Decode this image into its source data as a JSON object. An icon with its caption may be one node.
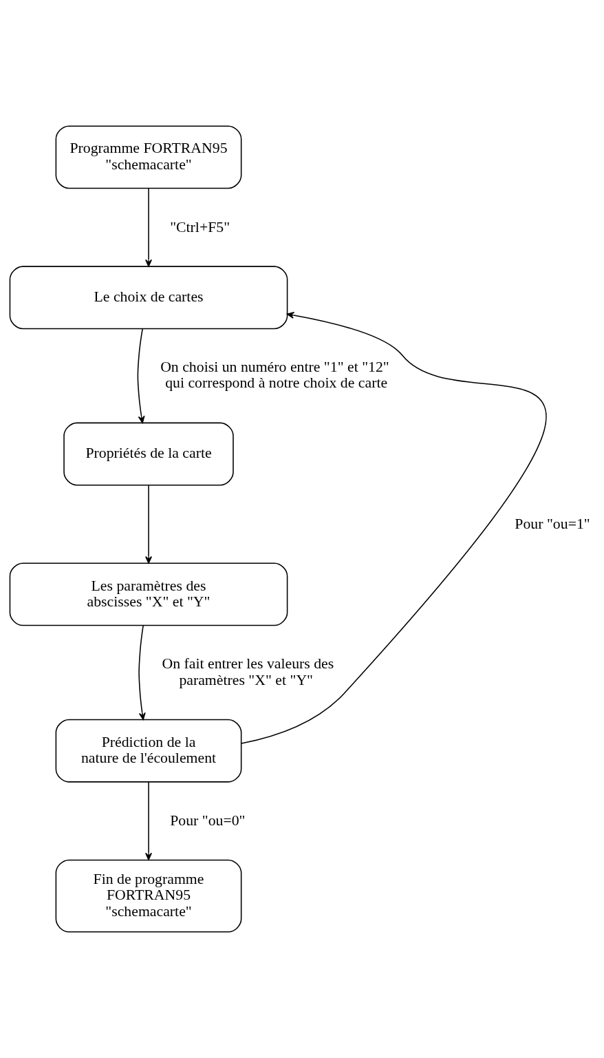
{
  "diagram": {
    "nodes": [
      {
        "text": [
          "Programme FORTRAN95 \"schemacarte\""
        ]
      },
      {
        "text": [
          "Le choix de cartes"
        ]
      },
      {
        "text": [
          "Propriétés de la carte"
        ]
      },
      {
        "text": [
          "Les paramètres des abscisses \"X\" et \"Y\""
        ]
      },
      {
        "text": [
          "Prédiction de la nature de l'écoulement"
        ]
      },
      {
        "text": [
          "Fin de programme FORTRAN95 \"schemacarte\""
        ]
      }
    ],
    "edges": [
      {
        "from": 0,
        "to": 1,
        "arrow": "to",
        "label": "\"Ctrl+F5\""
      },
      {
        "from": 1,
        "to": 2,
        "arrow": "to",
        "label": "On choisi un numéro entre \"1\" et \"12\" qui correspond à notre choix de carte"
      },
      {
        "from": 2,
        "to": 3,
        "arrow": "to"
      },
      {
        "from": 3,
        "to": 4,
        "arrow": "to",
        "label": "On fait entrer les valeurs des paramètres \"X\" et \"Y\""
      },
      {
        "from": 4,
        "to": 5,
        "arrow": "to",
        "label": "Pour \"ou=0\""
      },
      {
        "from": 4,
        "to": 1,
        "arrow": "to",
        "label": "Pour \"ou=1\""
      }
    ]
  }
}
